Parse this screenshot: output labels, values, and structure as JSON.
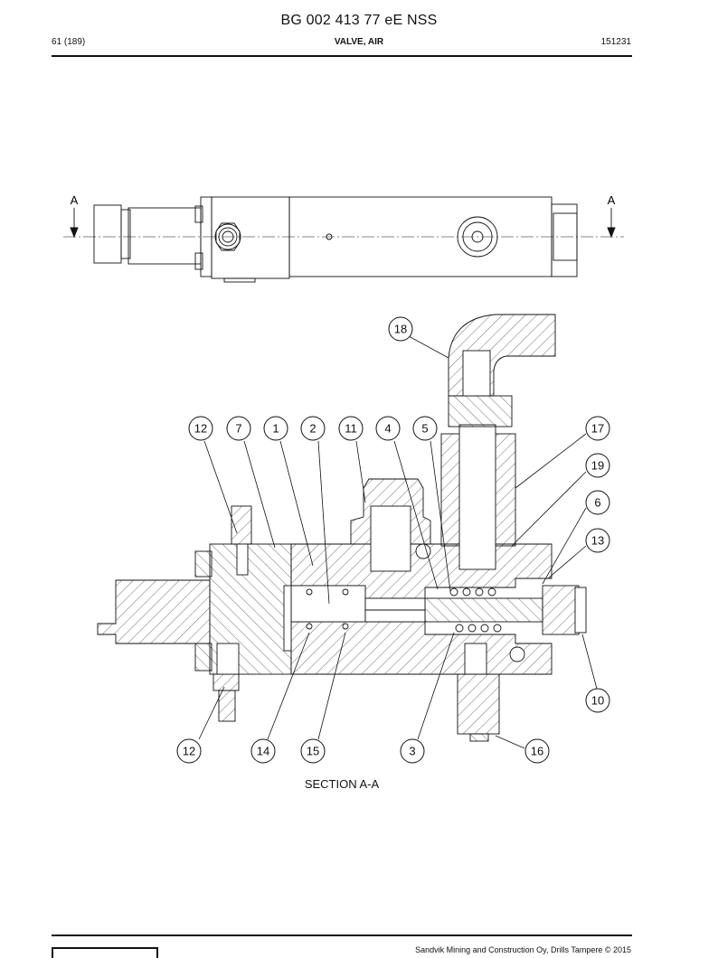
{
  "document": {
    "title": "BG 002 413 77 eE NSS",
    "page": "61 (189)",
    "part_name": "VALVE, AIR",
    "doc_date": "151231"
  },
  "top_view": {
    "section_marks": [
      "A",
      "A"
    ]
  },
  "section_view": {
    "caption": "SECTION A-A",
    "callouts": [
      "18",
      "12",
      "7",
      "1",
      "2",
      "11",
      "4",
      "5",
      "17",
      "19",
      "6",
      "13",
      "10",
      "12",
      "14",
      "15",
      "3",
      "16"
    ]
  },
  "footer": {
    "copyright": "Sandvik Mining and Construction Oy, Drills Tampere © 2015"
  },
  "colors": {
    "line": "#111111",
    "background": "#ffffff"
  }
}
